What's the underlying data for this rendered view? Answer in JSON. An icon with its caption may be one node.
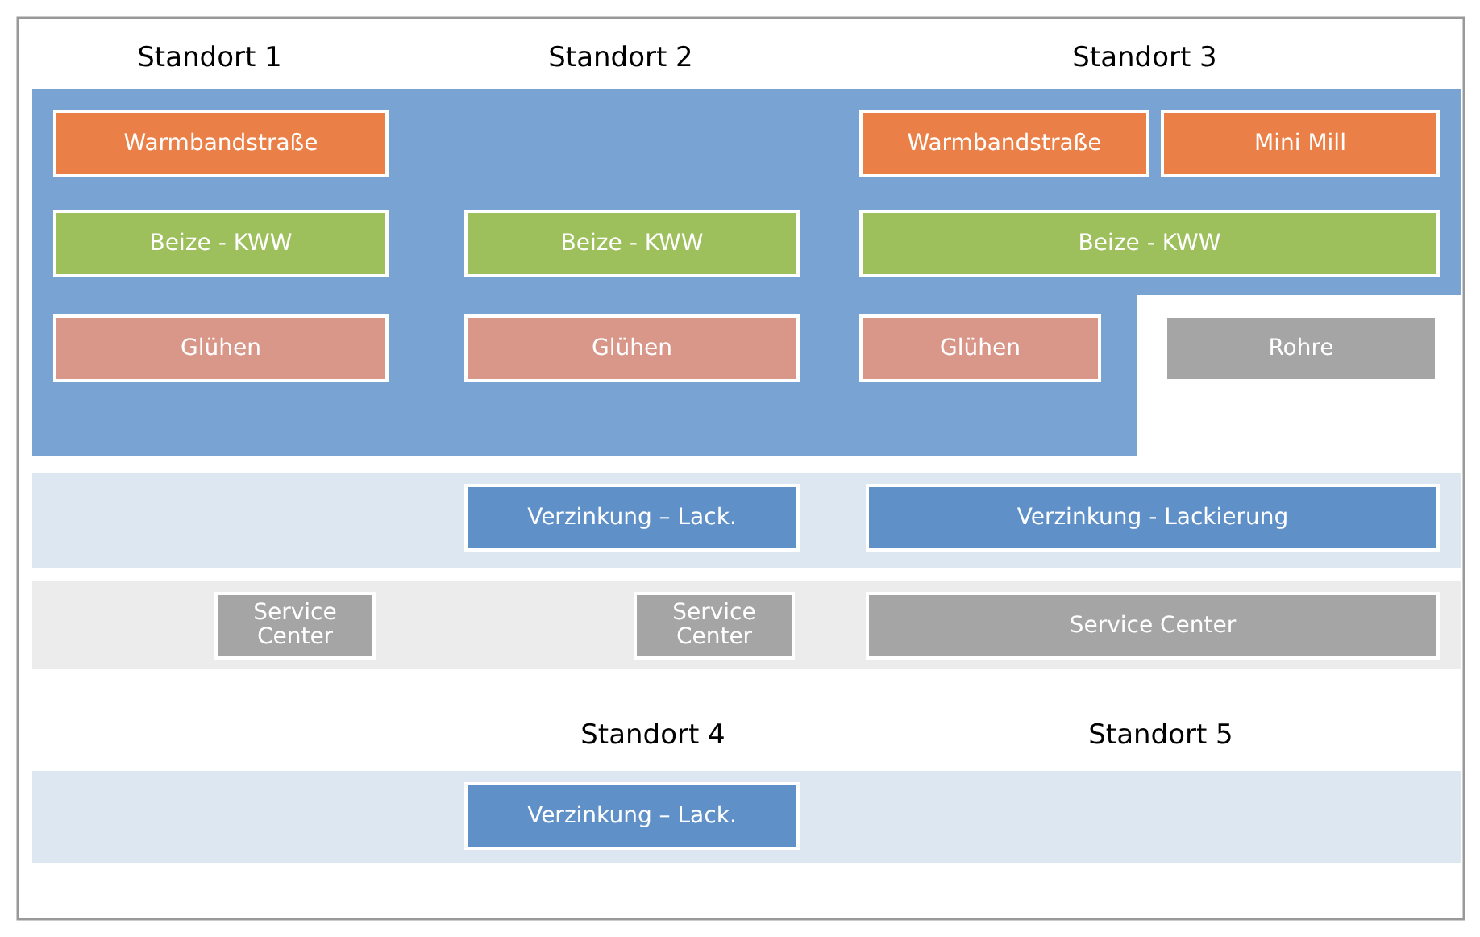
{
  "diagram": {
    "nodes": [
      {
        "text": [],
        "shape": "box"
      },
      {
        "text": [
          "Warmbandstraße"
        ],
        "in": 0
      },
      {
        "text": [
          "Warmbandstraße"
        ],
        "in": 0
      },
      {
        "text": [
          "Mini Mill"
        ],
        "in": 0
      },
      {
        "text": [
          "Beize - KWW"
        ],
        "in": 0
      },
      {
        "text": [
          "Beize -  KWW"
        ],
        "in": 0
      },
      {
        "text": [
          "Beize - KWW"
        ],
        "in": 0
      },
      {
        "text": [
          "Glühen"
        ],
        "in": 0
      },
      {
        "text": [
          "Glühen"
        ],
        "in": 0
      },
      {
        "text": [
          "Glühen"
        ],
        "in": 0
      },
      {
        "text": [
          "Rohre"
        ]
      },
      {
        "text": [],
        "shape": "band"
      },
      {
        "text": [
          "Verzinkung – Lack."
        ],
        "in": 11
      },
      {
        "text": [
          "Verzinkung - Lackierung"
        ],
        "in": 11
      },
      {
        "text": [],
        "shape": "band"
      },
      {
        "text": [
          "Service Center"
        ],
        "in": 14
      },
      {
        "text": [
          "Service Center"
        ],
        "in": 14
      },
      {
        "text": [
          "Service Center"
        ],
        "in": 14
      },
      {
        "text": [],
        "shape": "band"
      },
      {
        "text": [
          "Verzinkung – Lack."
        ],
        "in": 18
      }
    ],
    "labels": [
      "Standort 1",
      "Standort 2",
      "Standort 3",
      "Standort 4",
      "Standort 5"
    ]
  }
}
